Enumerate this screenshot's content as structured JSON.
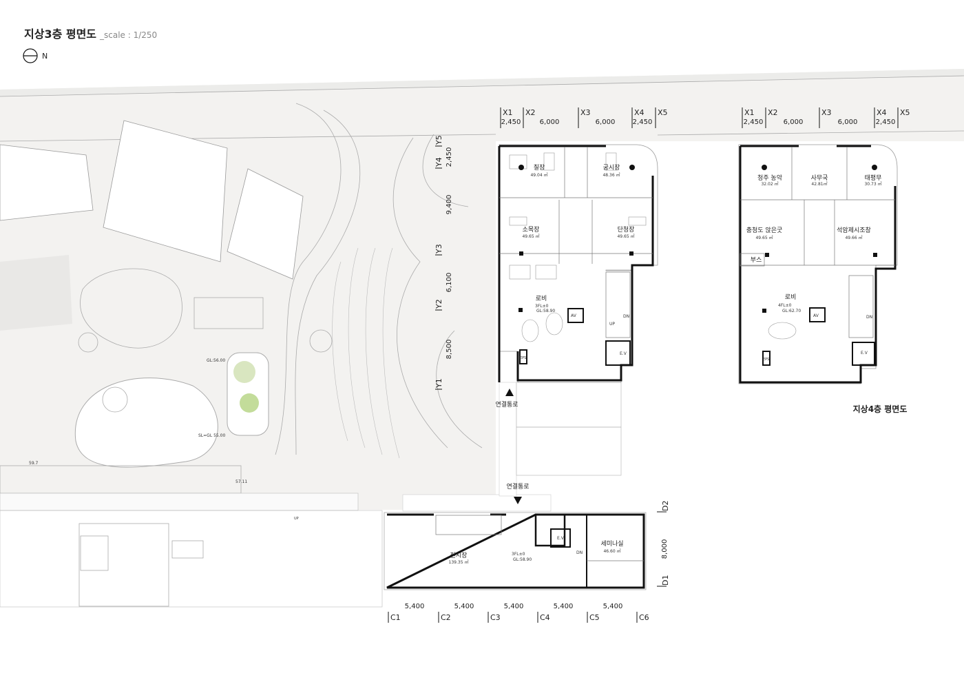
{
  "title": {
    "main": "지상3층 평면도",
    "scale": "_scale : 1/250",
    "north": "N"
  },
  "floor3": {
    "grid_x": [
      "X1",
      "X2",
      "X3",
      "X4",
      "X5"
    ],
    "grid_x_dims": [
      "2,450",
      "6,000",
      "6,000",
      "2,450"
    ],
    "grid_y": [
      "Y5",
      "Y4",
      "Y3",
      "Y2",
      "Y1"
    ],
    "grid_y_dims": [
      "2,450",
      "9,400",
      "6,100",
      "8,500"
    ],
    "rooms": [
      {
        "name": "칠장",
        "area": "49.04 ㎡"
      },
      {
        "name": "궁시장",
        "area": "48.36 ㎡"
      },
      {
        "name": "소목장",
        "area": "49.65 ㎡"
      },
      {
        "name": "단청장",
        "area": "49.65 ㎡"
      }
    ],
    "lobby": {
      "name": "로비",
      "level": "3FL±0",
      "gl": "GL:58.90"
    },
    "labels": {
      "av": "AV",
      "up": "UP",
      "dn": "DN",
      "ev": "E.V",
      "eps": "EPS"
    },
    "corridor1": "연결통로",
    "corridor2": "연결통로"
  },
  "floor4": {
    "title": "지상4층 평면도",
    "grid_x": [
      "X1",
      "X2",
      "X3",
      "X4",
      "X5"
    ],
    "grid_x_dims": [
      "2,450",
      "6,000",
      "6,000",
      "2,450"
    ],
    "rooms": [
      {
        "name": "청주 농악",
        "area": "32.02 ㎡"
      },
      {
        "name": "사무국",
        "area": "42.81㎡"
      },
      {
        "name": "태평무",
        "area": "30.73 ㎡"
      },
      {
        "name": "충청도 앉은굿",
        "area": "49.65 ㎡"
      },
      {
        "name": "석암제시조창",
        "area": "49.66 ㎡"
      },
      {
        "name": "부스",
        "area": ""
      }
    ],
    "lobby": {
      "name": "로비",
      "level": "4FL±0",
      "gl": "GL:62.70"
    },
    "labels": {
      "av": "AV",
      "dn": "DN",
      "ev": "E.V",
      "eps": "EPS"
    }
  },
  "annex": {
    "rooms": [
      {
        "name": "전시장",
        "area": "139.35 ㎡"
      },
      {
        "name": "세미나실",
        "area": "46.60 ㎡"
      }
    ],
    "level": "3FL±0",
    "gl": "GL:58.90",
    "labels": {
      "ev": "E.V",
      "dn": "DN"
    },
    "grid_c": [
      "C1",
      "C2",
      "C3",
      "C4",
      "C5",
      "C6"
    ],
    "grid_c_dims": [
      "5,400",
      "5,400",
      "5,400",
      "5,400",
      "5,400"
    ],
    "grid_d": [
      "D2",
      "D1"
    ],
    "grid_d_dim": "8,000"
  },
  "site": {
    "gl1": "GL:56.00",
    "gl2": "SL=GL 55.00",
    "elev1": "59.7",
    "elev2": "57.11",
    "up": "UP"
  },
  "colors": {
    "site_fill": "#f3f2f0",
    "wall": "#111111",
    "planting": "#a8c97a"
  }
}
